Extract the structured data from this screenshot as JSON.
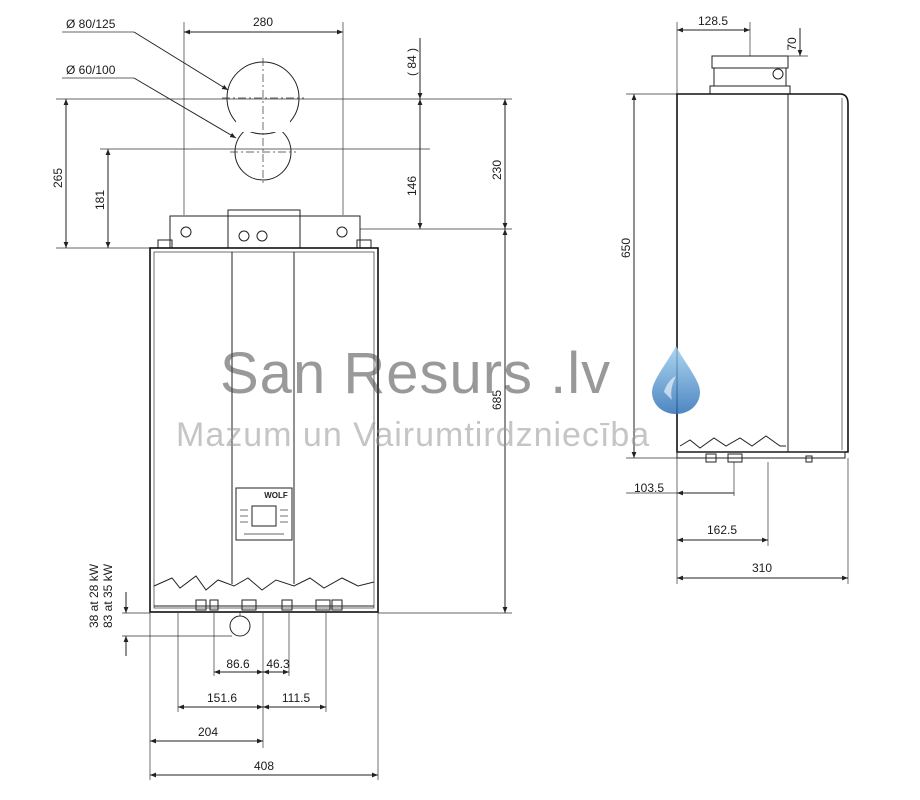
{
  "front_view": {
    "pipe_large_label": "Ø 80/125",
    "pipe_small_label": "Ø 60/100",
    "dim_top_width": "280",
    "dim_84": "( 84 )",
    "dim_146": "146",
    "dim_230": "230",
    "dim_265": "265",
    "dim_181": "181",
    "dim_685": "685",
    "dim_28kw": "38 at 28 kW",
    "dim_35kw": "83 at 35 kW",
    "dim_86_6": "86.6",
    "dim_46_3": "46.3",
    "dim_151_6": "151.6",
    "dim_111_5": "111.5",
    "dim_204": "204",
    "dim_408": "408",
    "panel_logo": "WOLF"
  },
  "side_view": {
    "dim_128_5": "128.5",
    "dim_70": "70",
    "dim_650": "650",
    "dim_103_5": "103.5",
    "dim_162_5": "162.5",
    "dim_310": "310"
  },
  "watermark": {
    "title": "San Resurs .lv",
    "subtitle": "Mazum un Vairumtirdzniecība",
    "drop_color": "#4a90c8"
  }
}
